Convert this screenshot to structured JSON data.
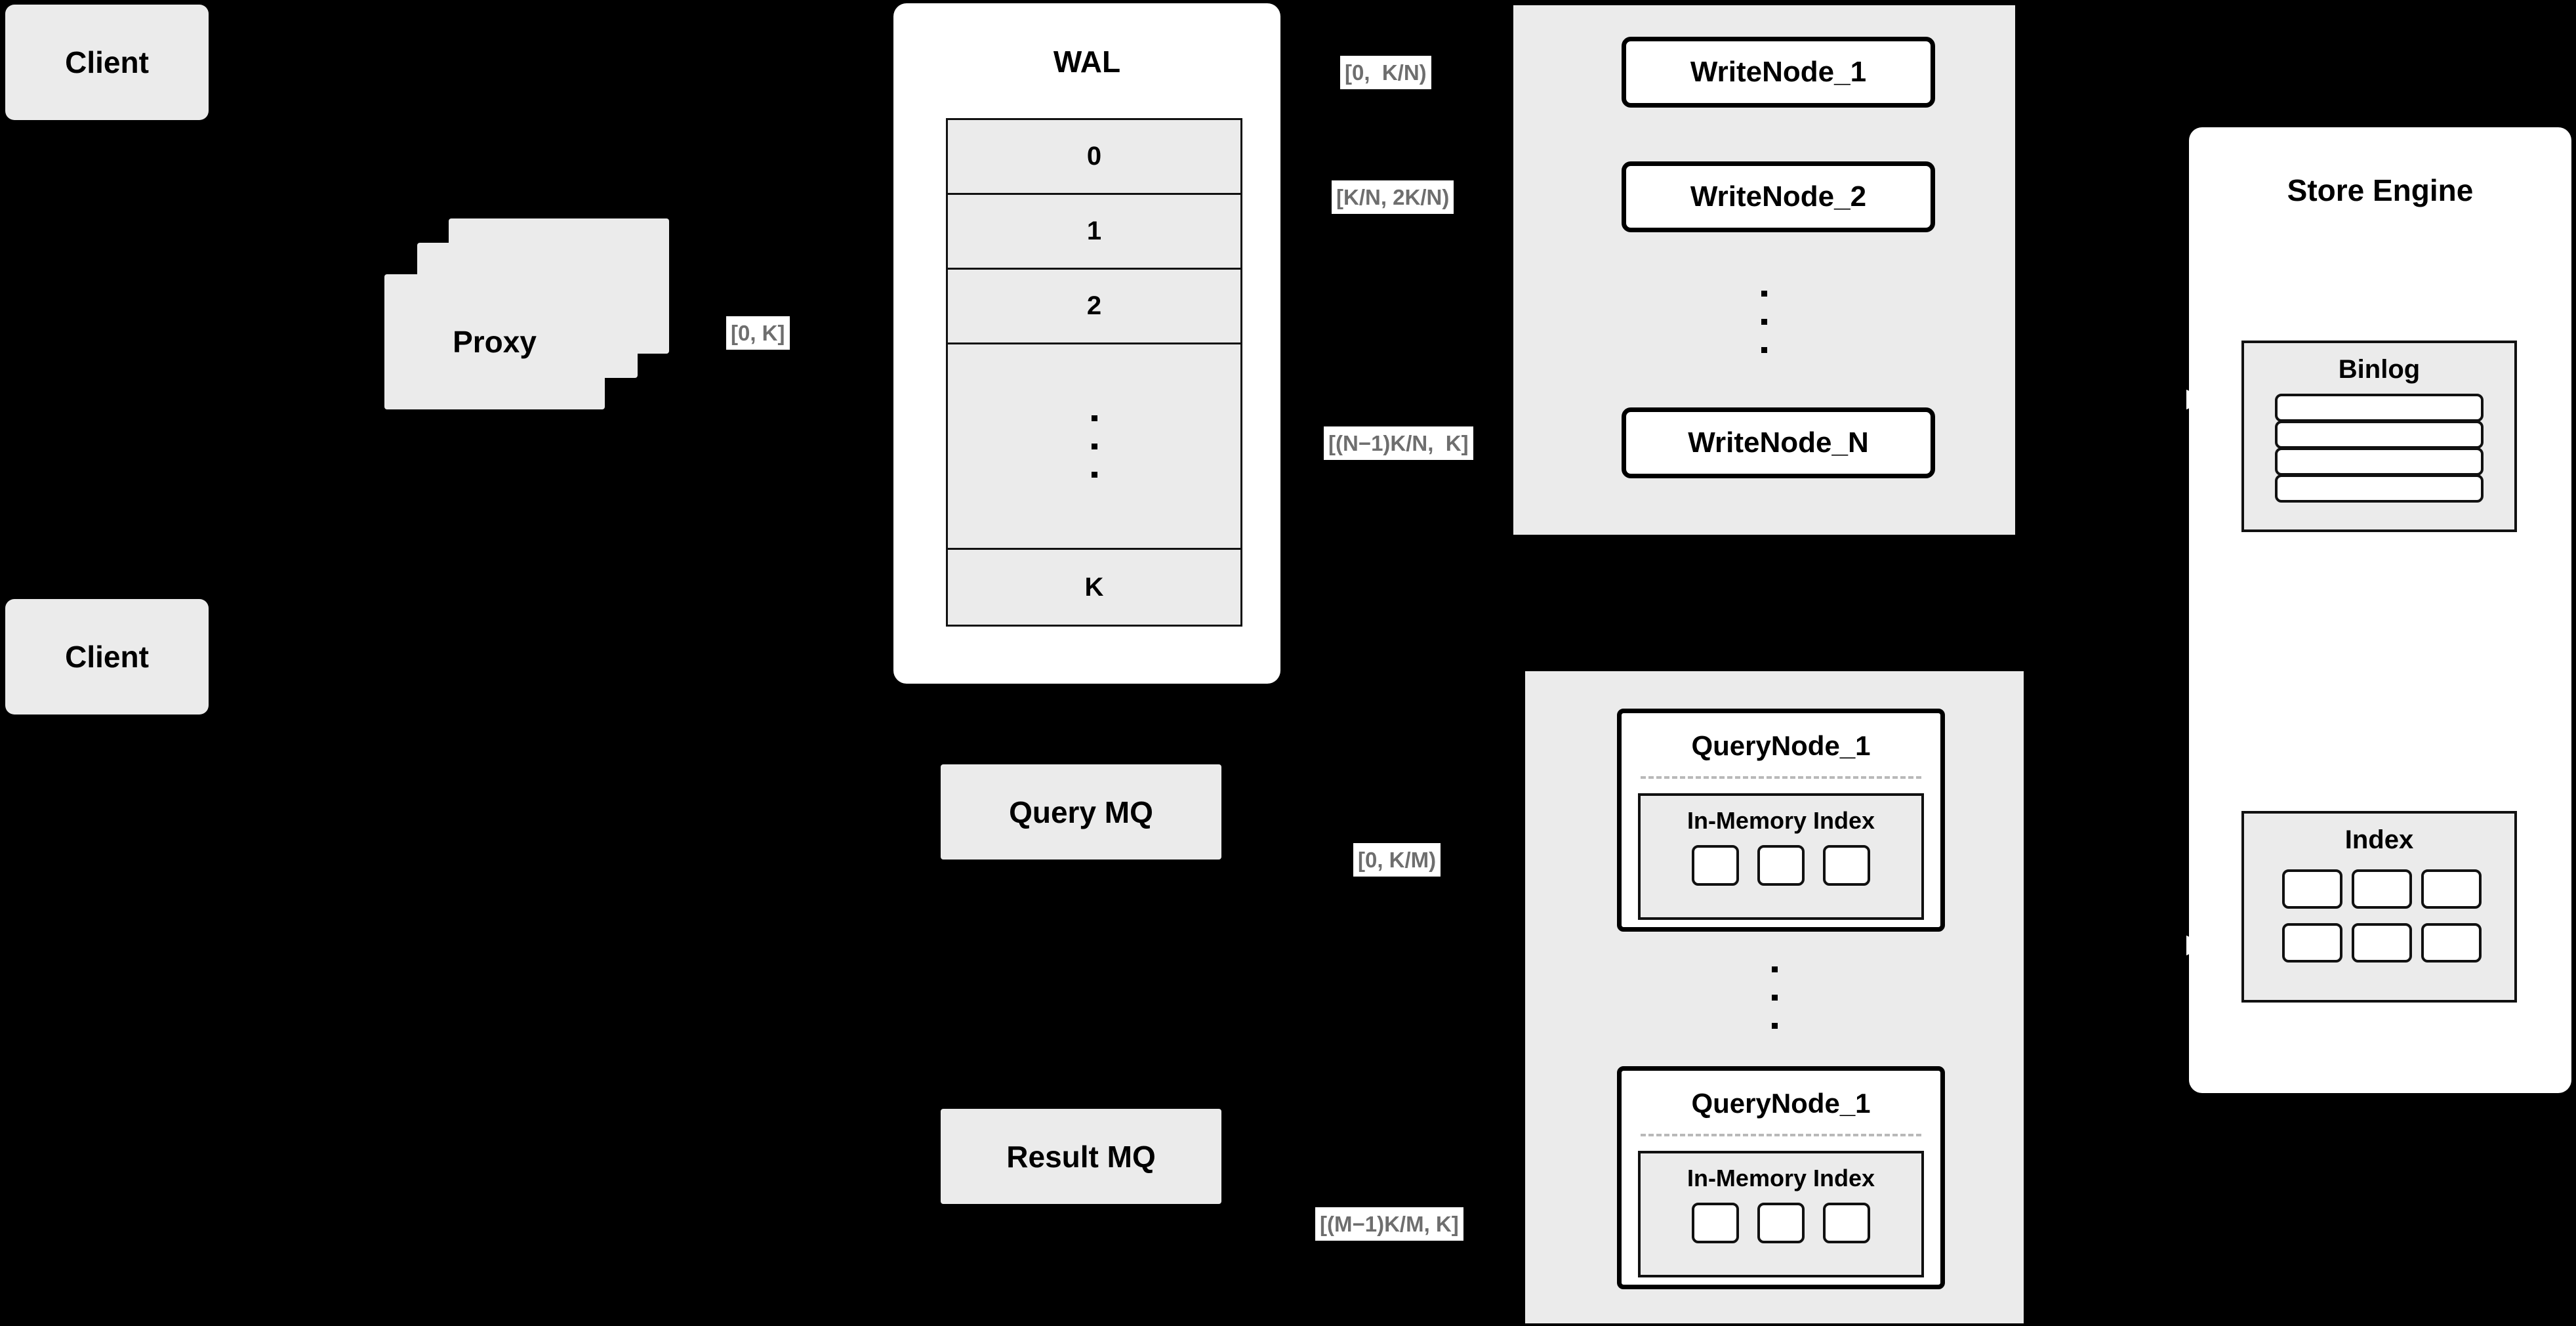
{
  "diagram": {
    "background_color": "#000000",
    "node_fill": "#ebebeb",
    "panel_fill": "#ffffff",
    "label_text_color": "#6e6e6e",
    "stroke_color": "#000000"
  },
  "clients": [
    {
      "label": "Client"
    },
    {
      "label": "Client"
    }
  ],
  "proxy": {
    "label": "Proxy",
    "stack_count": 3
  },
  "wal": {
    "title": "WAL",
    "rows": [
      {
        "label": "0"
      },
      {
        "label": "1"
      },
      {
        "label": "2"
      },
      {
        "label": "···"
      },
      {
        "label": "K"
      }
    ]
  },
  "queues": [
    {
      "label": "Query MQ"
    },
    {
      "label": "Result MQ"
    }
  ],
  "edge_labels": {
    "proxy_to_wal": "[0, K]",
    "wal_to_writenode_1": "[0,  K/N)",
    "wal_to_writenode_2": "[K/N, 2K/N)",
    "wal_to_writenode_n": "[(N−1)K/N,  K]",
    "mq_to_querynode_1": "[0, K/M)",
    "mq_to_querynode_m": "[(M−1)K/M, K]"
  },
  "write_cluster": {
    "nodes": [
      {
        "label": "WriteNode_1"
      },
      {
        "label": "WriteNode_2"
      },
      {
        "label": "WriteNode_N"
      }
    ],
    "ellipsis": "···"
  },
  "query_cluster": {
    "nodes": [
      {
        "label": "QueryNode_1",
        "index": {
          "title": "In-Memory Index",
          "slot_count": 3
        }
      },
      {
        "label": "QueryNode_1",
        "index": {
          "title": "In-Memory Index",
          "slot_count": 3
        }
      }
    ],
    "ellipsis": "···"
  },
  "store_engine": {
    "title": "Store Engine",
    "binlog": {
      "title": "Binlog",
      "row_count": 4
    },
    "index": {
      "title": "Index",
      "slot_count": 6
    }
  }
}
